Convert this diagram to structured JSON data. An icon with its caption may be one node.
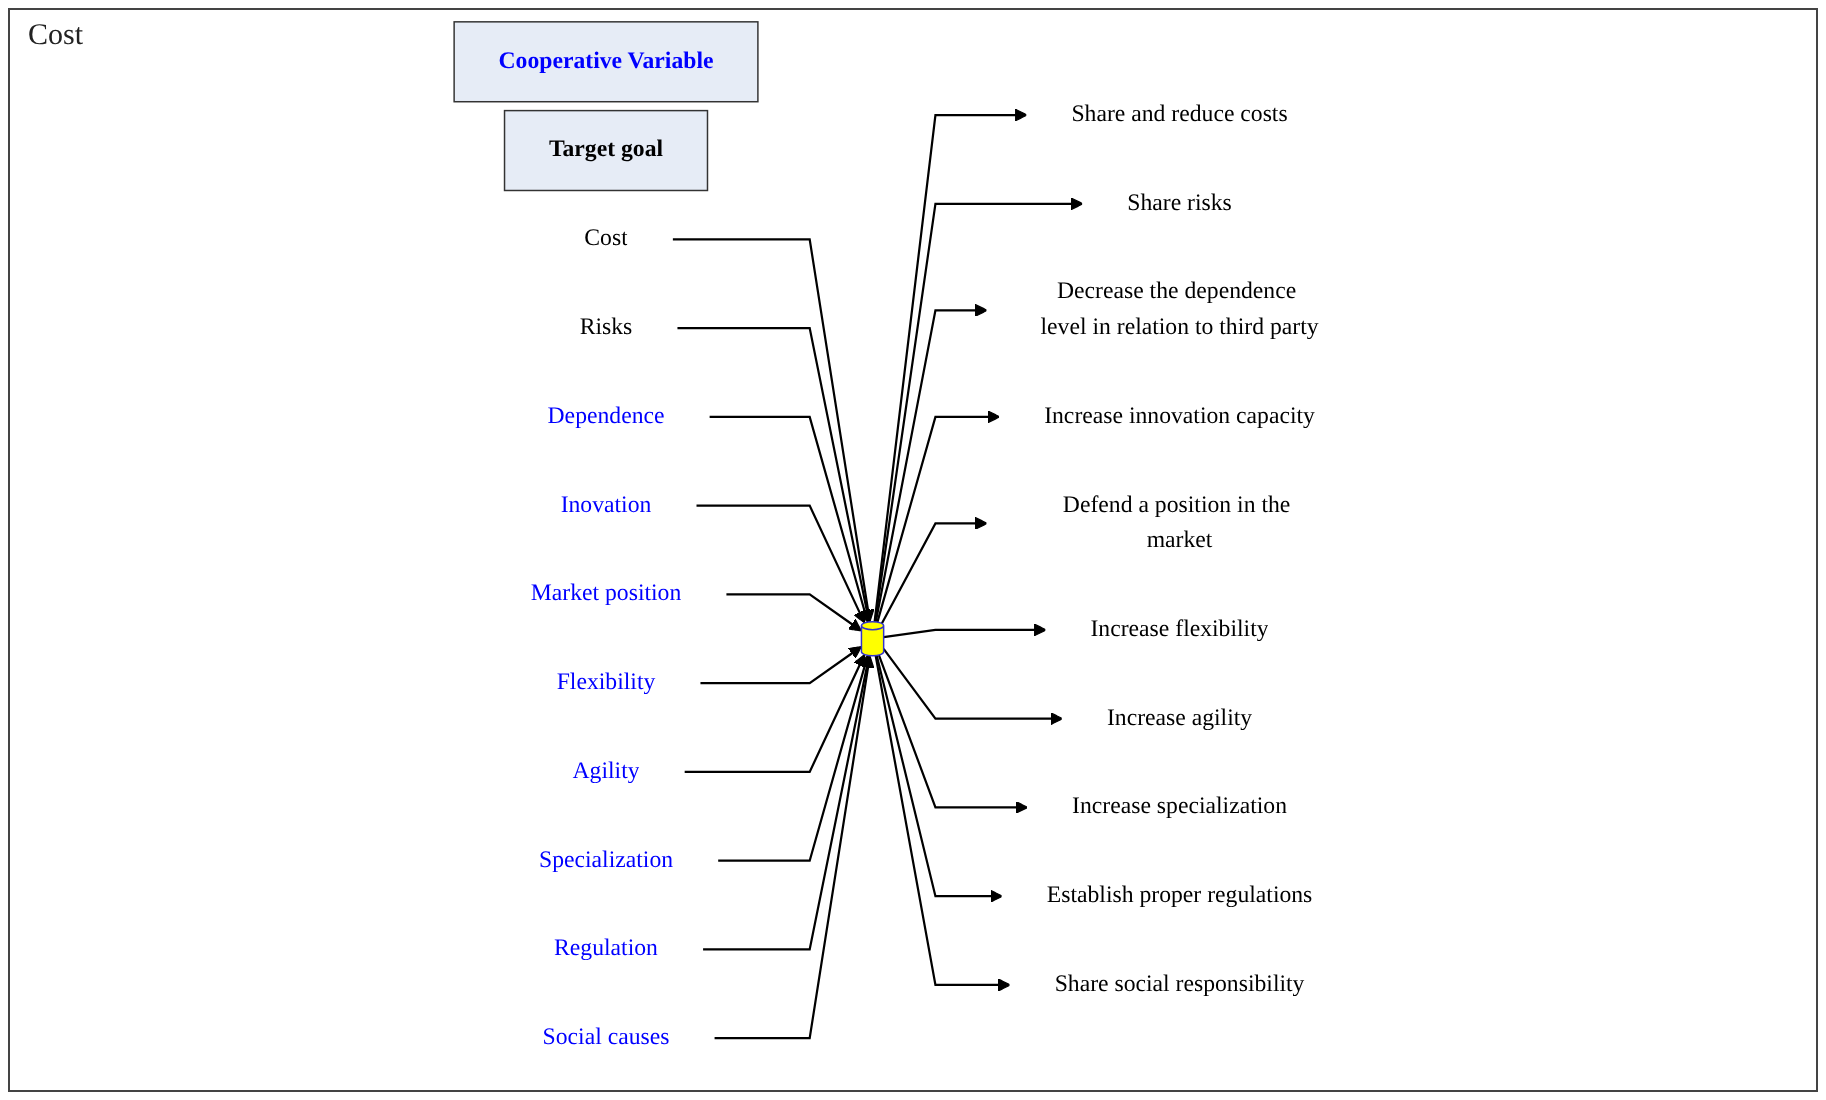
{
  "diagram": {
    "nodes": [
      {
        "text": [
          "Cooperative Variable"
        ]
      },
      {
        "text": [
          "Target goal"
        ]
      },
      {
        "text": [],
        "shape": "cylinder"
      },
      {
        "text": [
          "Cost"
        ]
      },
      {
        "text": [
          "Share and reduce costs"
        ]
      },
      {
        "text": [
          "Risks"
        ]
      },
      {
        "text": [
          "Share risks"
        ]
      },
      {
        "text": [
          "Dependence"
        ]
      },
      {
        "text": [
          "Decrease the dependence level in relation to third party"
        ]
      },
      {
        "text": [
          "Inovation"
        ]
      },
      {
        "text": [
          "Increase innovation capacity"
        ]
      },
      {
        "text": [
          "Market position"
        ]
      },
      {
        "text": [
          "Defend a position in the market"
        ]
      },
      {
        "text": [
          "Flexibility"
        ]
      },
      {
        "text": [
          "Increase flexibility"
        ]
      },
      {
        "text": [
          "Agility"
        ]
      },
      {
        "text": [
          "Increase agility"
        ]
      },
      {
        "text": [
          "Specialization"
        ]
      },
      {
        "text": [
          "Increase specialization"
        ]
      },
      {
        "text": [
          "Regulation"
        ]
      },
      {
        "text": [
          "Establish proper regulations"
        ]
      },
      {
        "text": [
          "Social causes"
        ]
      },
      {
        "text": [
          "Share social responsibility"
        ]
      }
    ],
    "edges": [
      {
        "from": 3,
        "to": 2,
        "arrow": "to"
      },
      {
        "from": 2,
        "to": 4,
        "arrow": "to"
      },
      {
        "from": 5,
        "to": 2,
        "arrow": "to"
      },
      {
        "from": 2,
        "to": 6,
        "arrow": "to"
      },
      {
        "from": 7,
        "to": 2,
        "arrow": "to"
      },
      {
        "from": 2,
        "to": 8,
        "arrow": "to"
      },
      {
        "from": 9,
        "to": 2,
        "arrow": "to"
      },
      {
        "from": 2,
        "to": 10,
        "arrow": "to"
      },
      {
        "from": 11,
        "to": 2,
        "arrow": "to"
      },
      {
        "from": 2,
        "to": 12,
        "arrow": "to"
      },
      {
        "from": 13,
        "to": 2,
        "arrow": "to"
      },
      {
        "from": 2,
        "to": 14,
        "arrow": "to"
      },
      {
        "from": 15,
        "to": 2,
        "arrow": "to"
      },
      {
        "from": 2,
        "to": 16,
        "arrow": "to"
      },
      {
        "from": 17,
        "to": 2,
        "arrow": "to"
      },
      {
        "from": 2,
        "to": 18,
        "arrow": "to"
      },
      {
        "from": 19,
        "to": 2,
        "arrow": "to"
      },
      {
        "from": 2,
        "to": 20,
        "arrow": "to"
      },
      {
        "from": 21,
        "to": 2,
        "arrow": "to"
      },
      {
        "from": 2,
        "to": 22,
        "arrow": "to"
      }
    ],
    "labels": [
      "Cost"
    ]
  }
}
